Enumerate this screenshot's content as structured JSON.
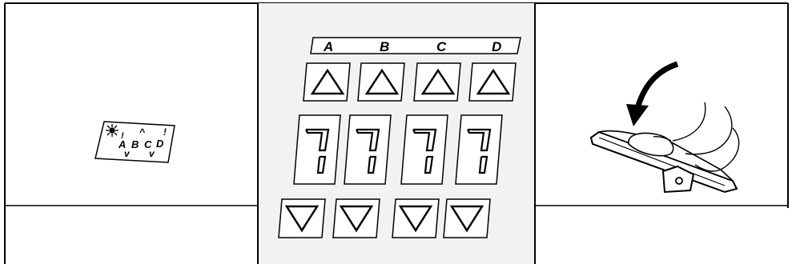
{
  "panels": [
    {
      "name": "indicator-display",
      "letters": [
        "A",
        "B",
        "C",
        "D"
      ],
      "up_mark": "^",
      "down_mark": "v",
      "alert_mark": "!"
    },
    {
      "name": "keypad",
      "channel_labels": [
        "A",
        "B",
        "C",
        "D"
      ],
      "digit_values": [
        "7",
        "7",
        "7",
        "7"
      ],
      "up_icon": "triangle-up-icon",
      "down_icon": "triangle-down-icon"
    },
    {
      "name": "foot-pedal",
      "arrow_icon": "curved-arrow-icon"
    }
  ],
  "colors": {
    "ink": "#000000",
    "panel_bg": "#f2f2f2",
    "page_bg": "#ffffff"
  }
}
